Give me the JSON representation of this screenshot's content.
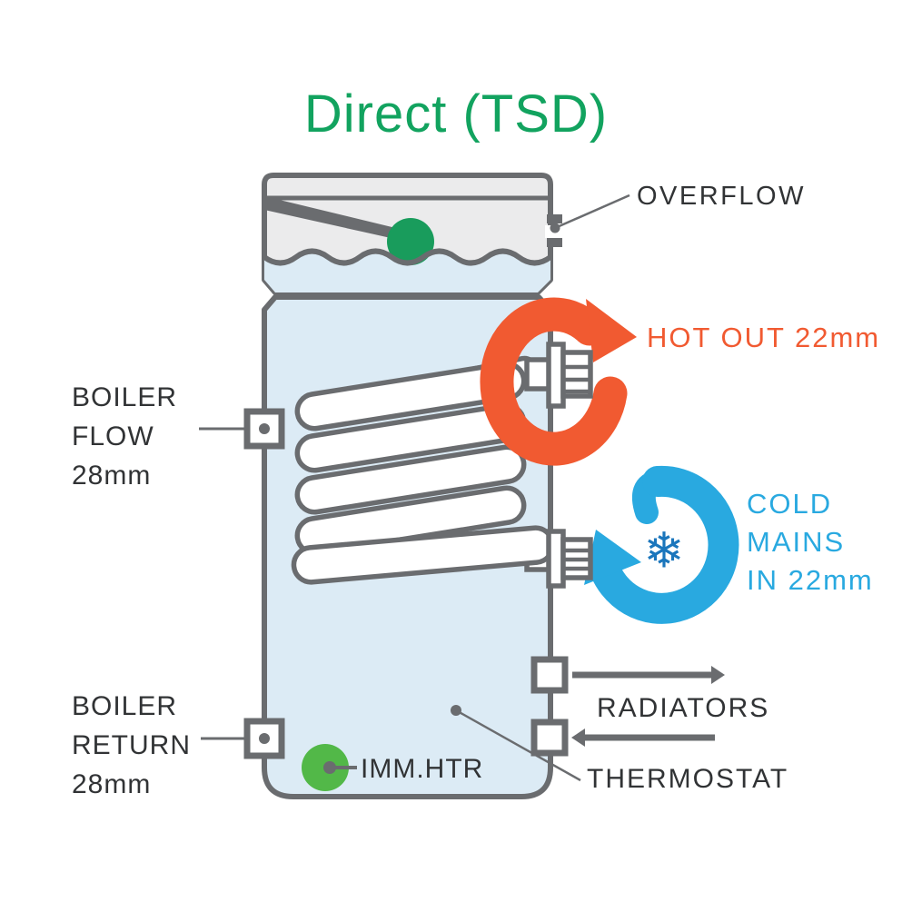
{
  "title": "Direct (TSD)",
  "tank": {
    "overflow_label": "OVERFLOW",
    "thermostat_label": "THERMOSTAT",
    "immersion_heater_label": "IMM.HTR"
  },
  "hot_out": {
    "label": "HOT OUT 22mm"
  },
  "cold_mains": {
    "line1": "COLD",
    "line2": "MAINS",
    "line3": "IN 22mm"
  },
  "boiler_flow": {
    "line1": "BOILER",
    "line2": "FLOW",
    "line3": "28mm"
  },
  "boiler_return": {
    "line1": "BOILER",
    "line2": "RETURN",
    "line3": "28mm"
  },
  "radiators": {
    "label": "RADIATORS"
  },
  "icons": {
    "hot_rotation_arrow": "clockwise-circular-arrow",
    "cold_rotation_arrow": "counterclockwise-circular-arrow",
    "snowflake": "❄"
  },
  "colors": {
    "title_green": "#12A35F",
    "float_ball_green": "#199C5C",
    "immersion_green": "#52B848",
    "hot_orange": "#F15A31",
    "cold_blue": "#29A9E0",
    "snowflake_blue": "#1B76BC",
    "outline_grey": "#6A6C6F",
    "water_blue": "#DCEBF5",
    "cistern_grey": "#EBEBEC",
    "label_dark": "#313335"
  }
}
